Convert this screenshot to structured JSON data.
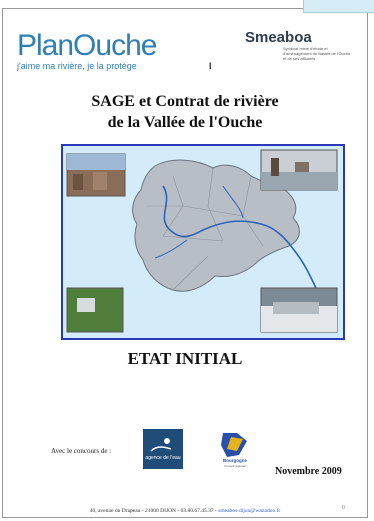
{
  "header": {
    "left_logo": {
      "brand": "PlanOuche",
      "tagline": "j'aime ma rivière, je la protège"
    },
    "right_logo": {
      "brand": "Smeaboa",
      "subtitle": "Syndicat mixte d'étude et d'aménagement du Bassin de l'Ouche et de ses affluents"
    },
    "mark": "I"
  },
  "title": {
    "line1": "SAGE et Contrat de rivière",
    "line2": "de la  Vallée de l'Ouche"
  },
  "section_title": "ETAT INITIAL",
  "partners": {
    "intro": "Avec le concours de :",
    "agence_label": "agence de l'eau",
    "region_label": "Bourgogne",
    "region_sub": "Conseil régional"
  },
  "date": "Novembre 2009",
  "footer": {
    "address": "40, avenue du Drapeau - 21000 DIJON - 03.80.67.45.37 - ",
    "email": "smeabos-dijon@wanadoo.fr"
  },
  "page_number": "0",
  "colors": {
    "map_border": "#2a39b8",
    "brand_blue": "#2f7fb5",
    "agence_bg": "#1f4c79"
  }
}
